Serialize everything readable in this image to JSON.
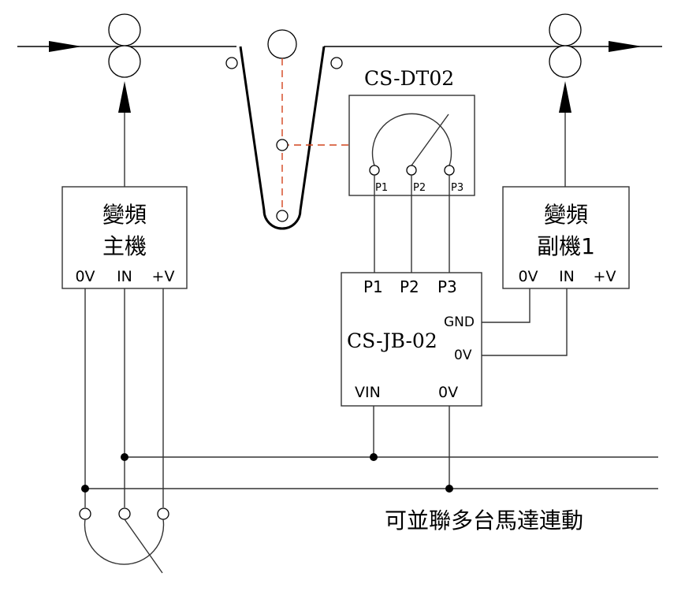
{
  "sensor": {
    "model": "CS-DT02",
    "pins": [
      "P1",
      "P2",
      "P3"
    ]
  },
  "junction_box": {
    "model": "CS-JB-02",
    "inputs": [
      "P1",
      "P2",
      "P3"
    ],
    "right_pins": [
      "GND",
      "0V"
    ],
    "bottom_pins": [
      "VIN",
      "0V"
    ]
  },
  "master_inverter": {
    "line1": "變頻",
    "line2": "主機",
    "terminals": [
      "0V",
      "IN",
      "+V"
    ]
  },
  "slave_inverter": {
    "line1": "變頻",
    "line2": "副機1",
    "terminals": [
      "0V",
      "IN",
      "+V"
    ]
  },
  "note": "可並聯多台馬達連動",
  "colors": {
    "line": "#333333",
    "web_path": "#000000",
    "dancer_link": "#d2451e",
    "background": "#ffffff"
  }
}
